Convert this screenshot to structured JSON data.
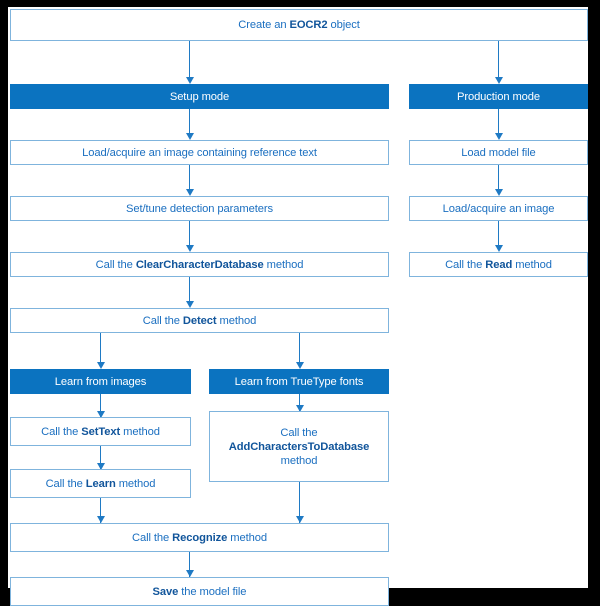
{
  "diagram": {
    "title": "EOCR2 workflow",
    "colors": {
      "fill_blue": "#0b73c0",
      "border_blue": "#7fb4dd",
      "text_blue": "#1b6fc0",
      "bold_blue": "#11559b",
      "connector_blue": "#1f7ac4",
      "frame_black": "#000000",
      "sheet_white": "#ffffff"
    },
    "nodes": {
      "create_object": {
        "text": "Create an EOCR2 object",
        "pre": "Create an ",
        "bold": "EOCR2",
        "post": " object",
        "style": "plain"
      },
      "setup_mode": {
        "text": "Setup mode",
        "style": "fill"
      },
      "production_mode": {
        "text": "Production mode",
        "style": "fill"
      },
      "load_reference_image": {
        "text": "Load/acquire an image containing reference text",
        "pre": "Load/acquire an image containing reference text",
        "bold": "",
        "post": "",
        "style": "plain"
      },
      "set_tune_params": {
        "text": "Set/tune detection parameters",
        "pre": "Set/tune detection parameters",
        "bold": "",
        "post": "",
        "style": "plain"
      },
      "clear_char_db": {
        "text": "Call the ClearCharacterDatabase method",
        "pre": "Call the ",
        "bold": "ClearCharacterDatabase",
        "post": " method",
        "style": "plain"
      },
      "detect_method": {
        "text": "Call the Detect method",
        "pre": "Call the ",
        "bold": "Detect",
        "post": " method",
        "style": "plain"
      },
      "learn_from_images": {
        "text": "Learn from images",
        "style": "fill"
      },
      "learn_from_truetype": {
        "text": "Learn from TrueType fonts",
        "style": "fill"
      },
      "settext_method": {
        "text": "Call the SetText method",
        "pre": "Call the ",
        "bold": "SetText",
        "post": " method",
        "style": "plain"
      },
      "learn_method": {
        "text": "Call the Learn method",
        "pre": "Call the ",
        "bold": "Learn",
        "post": " method",
        "style": "plain"
      },
      "add_chars_to_db": {
        "text": "Call the AddCharactersToDatabase method",
        "pre": "Call the",
        "bold": "AddCharactersToDatabase",
        "post": "method",
        "style": "plain",
        "multiline": true
      },
      "recognize_method": {
        "text": "Call the Recognize method",
        "pre": "Call the ",
        "bold": "Recognize",
        "post": " method",
        "style": "plain"
      },
      "save_model_file": {
        "text": "Save the model file",
        "pre": "",
        "bold": "Save",
        "post": " the model file",
        "style": "plain"
      },
      "load_model_file": {
        "text": "Load model file",
        "pre": "Load model file",
        "bold": "",
        "post": "",
        "style": "plain"
      },
      "load_acquire_image": {
        "text": "Load/acquire an image",
        "pre": "Load/acquire an image",
        "bold": "",
        "post": "",
        "style": "plain"
      },
      "read_method": {
        "text": "Call the Read method",
        "pre": "Call the ",
        "bold": "Read",
        "post": " method",
        "style": "plain"
      }
    },
    "edges": [
      {
        "from": "create_object",
        "to": "setup_mode"
      },
      {
        "from": "create_object",
        "to": "production_mode"
      },
      {
        "from": "setup_mode",
        "to": "load_reference_image"
      },
      {
        "from": "load_reference_image",
        "to": "set_tune_params"
      },
      {
        "from": "set_tune_params",
        "to": "clear_char_db"
      },
      {
        "from": "clear_char_db",
        "to": "detect_method"
      },
      {
        "from": "detect_method",
        "to": "learn_from_images"
      },
      {
        "from": "detect_method",
        "to": "learn_from_truetype"
      },
      {
        "from": "learn_from_images",
        "to": "settext_method"
      },
      {
        "from": "settext_method",
        "to": "learn_method"
      },
      {
        "from": "learn_from_truetype",
        "to": "add_chars_to_db"
      },
      {
        "from": "learn_method",
        "to": "recognize_method"
      },
      {
        "from": "add_chars_to_db",
        "to": "recognize_method"
      },
      {
        "from": "recognize_method",
        "to": "save_model_file"
      },
      {
        "from": "production_mode",
        "to": "load_model_file"
      },
      {
        "from": "load_model_file",
        "to": "load_acquire_image"
      },
      {
        "from": "load_acquire_image",
        "to": "read_method"
      }
    ]
  }
}
